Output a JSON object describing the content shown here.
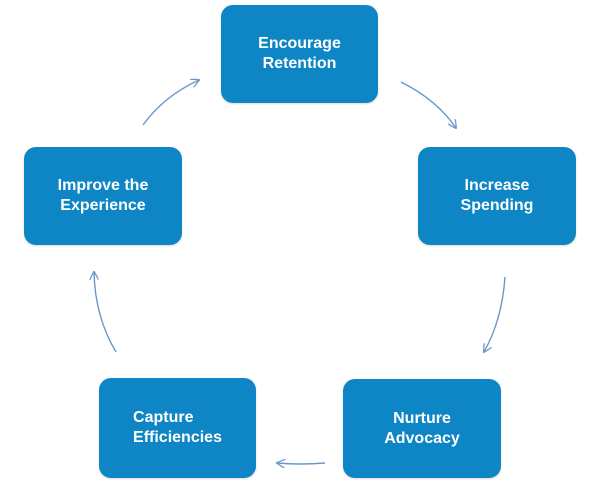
{
  "diagram": {
    "type": "cycle",
    "accent_color": "#0e86c5",
    "arrow_color": "#6b97c8",
    "nodes": [
      {
        "id": "encourage",
        "label": "Encourage\nRetention"
      },
      {
        "id": "increase",
        "label": "Increase\nSpending"
      },
      {
        "id": "nurture",
        "label": "Nurture\nAdvocacy"
      },
      {
        "id": "capture",
        "label": "Capture\nEfficiencies"
      },
      {
        "id": "improve",
        "label": "Improve  the\nExperience"
      }
    ],
    "edges": [
      {
        "from": "encourage",
        "to": "increase"
      },
      {
        "from": "increase",
        "to": "nurture"
      },
      {
        "from": "nurture",
        "to": "capture"
      },
      {
        "from": "capture",
        "to": "improve"
      },
      {
        "from": "improve",
        "to": "encourage"
      }
    ]
  }
}
